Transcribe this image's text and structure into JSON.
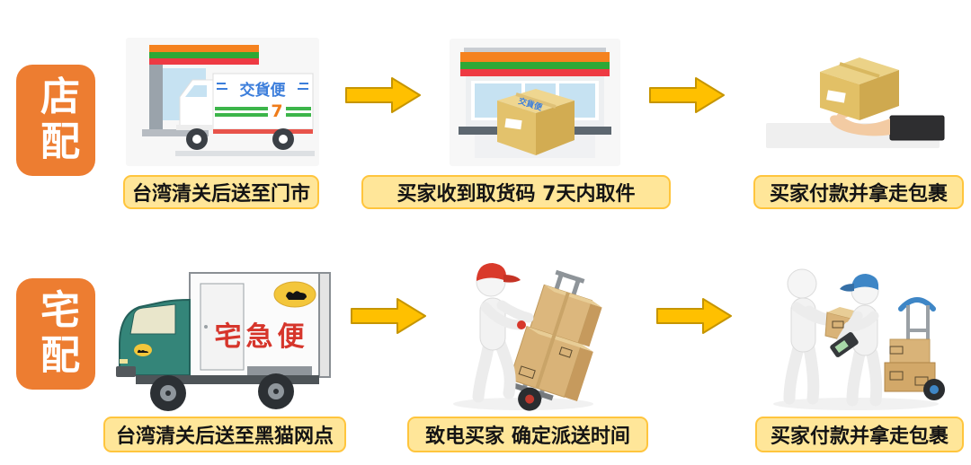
{
  "colors": {
    "badge_orange": "#ED7D31",
    "arrow_fill": "#FFC000",
    "arrow_border": "#C69500",
    "caption_bg": "#FFE699",
    "caption_border": "#FFC53D",
    "seven_orange": "#F5821F",
    "seven_green": "#2EA836",
    "seven_red": "#EE3A43",
    "blackcat_teal": "#348579",
    "blackcat_red": "#D6352B",
    "blackcat_yellow": "#F3C63B"
  },
  "rows": [
    {
      "badge": "店配",
      "steps": [
        {
          "caption": "台湾清关后送至门市",
          "illustration": "seven-eleven-truck",
          "texts": {
            "banner": "交貨便",
            "logo": "7"
          }
        },
        {
          "caption": "买家收到取货码 7天内取件",
          "illustration": "seven-eleven-store-with-package",
          "texts": {
            "box_label": "交貨便"
          }
        },
        {
          "caption": "买家付款并拿走包裹",
          "illustration": "hand-holding-package"
        }
      ]
    },
    {
      "badge": "宅配",
      "steps": [
        {
          "caption": "台湾清关后送至黑猫网点",
          "illustration": "black-cat-delivery-truck",
          "texts": {
            "banner": "宅急便"
          }
        },
        {
          "caption": "致电买家 确定派送时间",
          "illustration": "courier-with-hand-truck"
        },
        {
          "caption": "买家付款并拿走包裹",
          "illustration": "buyer-courier-package-exchange"
        }
      ]
    }
  ]
}
